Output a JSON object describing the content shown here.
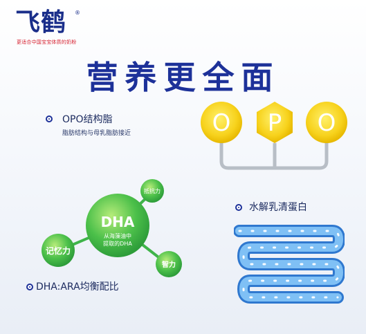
{
  "brand": {
    "name": "飞鹤",
    "registered": "®",
    "slogan": "更适合中国宝宝体质的奶粉"
  },
  "title": "营养更全面",
  "features": {
    "opo": {
      "label": "OPO结构脂",
      "desc": "脂肪结构与母乳脂肪接近",
      "letters": [
        "O",
        "P",
        "O"
      ]
    },
    "whey": {
      "label": "水解乳清蛋白"
    },
    "dha": {
      "center_title": "DHA",
      "center_line1": "从海藻油中",
      "center_line2": "提取的DHA",
      "nodes": [
        "抵抗力",
        "记忆力",
        "智力"
      ],
      "label": "DHA:ARA均衡配比"
    }
  },
  "colors": {
    "title": "#1d3199",
    "opo_yellow": "#f7d21c",
    "dha_green": "#3fb44a",
    "coil_blue": "#3f8fe0"
  }
}
